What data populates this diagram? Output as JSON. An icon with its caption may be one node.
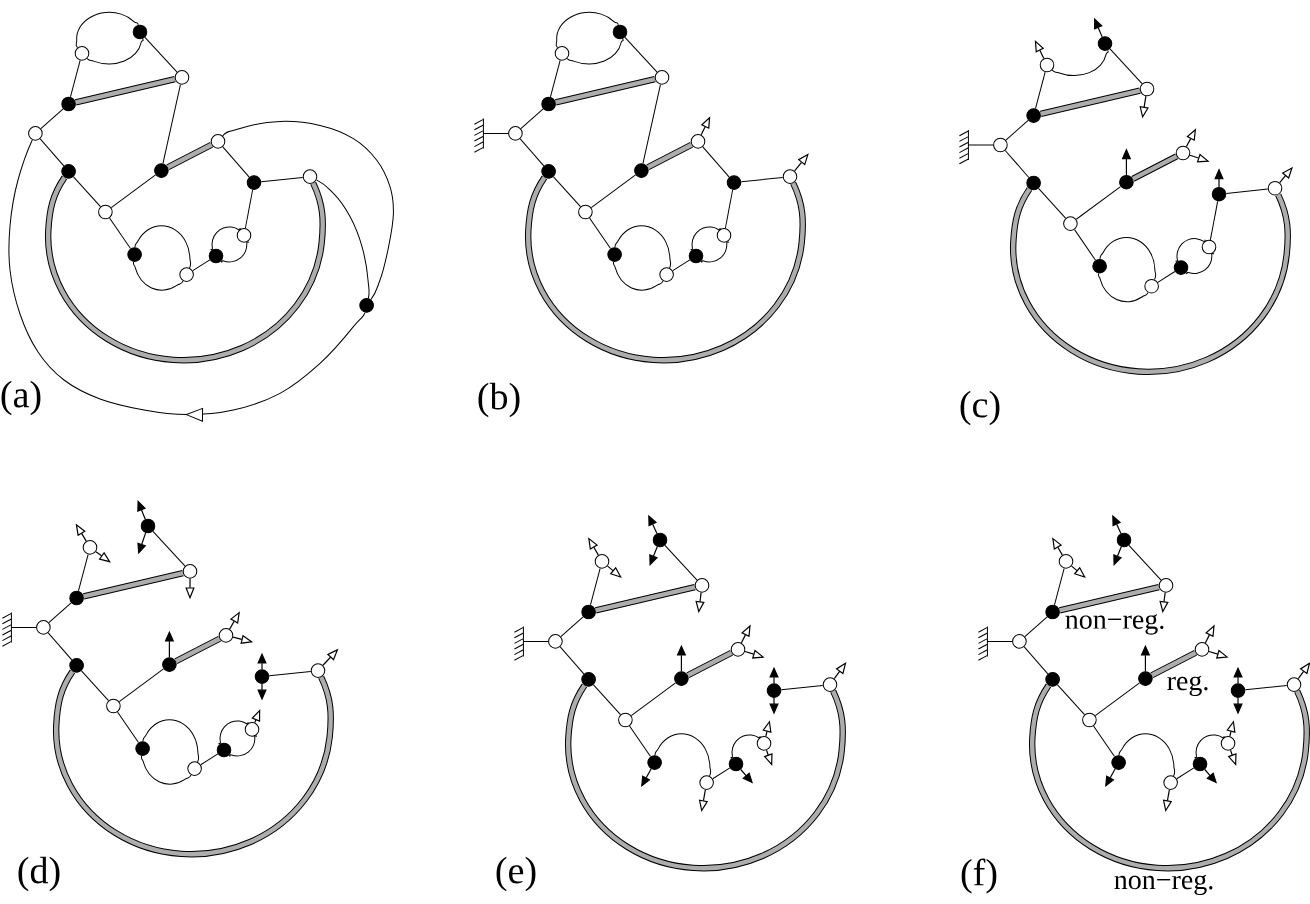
{
  "diagram": {
    "nodes": [
      {
        "text": [],
        "shape": "circle"
      },
      {
        "text": [],
        "shape": "dot"
      },
      {
        "text": [],
        "shape": "circle"
      },
      {
        "text": [],
        "shape": "dot"
      },
      {
        "text": [],
        "shape": "circle"
      },
      {
        "text": [],
        "shape": "dot"
      },
      {
        "text": [],
        "shape": "dot"
      },
      {
        "text": [],
        "shape": "circle"
      },
      {
        "text": [],
        "shape": "circle"
      },
      {
        "text": [],
        "shape": "dot"
      },
      {
        "text": [],
        "shape": "circle"
      },
      {
        "text": [],
        "shape": "circle"
      },
      {
        "text": [],
        "shape": "dot"
      },
      {
        "text": [],
        "shape": "circle"
      },
      {
        "text": [],
        "shape": "dot"
      },
      {
        "text": [],
        "shape": "dot"
      },
      {
        "text": [],
        "shape": "circle"
      },
      {
        "text": [],
        "shape": "dot"
      },
      {
        "text": [],
        "shape": "circle"
      },
      {
        "text": [],
        "shape": "dot"
      },
      {
        "text": [],
        "shape": "circle"
      },
      {
        "text": [],
        "shape": "dot"
      },
      {
        "text": [],
        "shape": "dot"
      },
      {
        "text": [],
        "shape": "circle"
      },
      {
        "text": [],
        "shape": "circle"
      },
      {
        "text": [],
        "shape": "dot"
      },
      {
        "text": [],
        "shape": "circle"
      },
      {
        "text": [],
        "shape": "circle"
      },
      {
        "text": [],
        "shape": "dot"
      },
      {
        "text": [],
        "shape": "circle"
      },
      {
        "text": [],
        "shape": "dot"
      },
      {
        "text": [],
        "shape": "circle"
      },
      {
        "text": [],
        "shape": "dot"
      },
      {
        "text": [],
        "shape": "circle"
      },
      {
        "text": [],
        "shape": "dot"
      },
      {
        "text": [],
        "shape": "circle"
      },
      {
        "text": [],
        "shape": "dot"
      },
      {
        "text": [],
        "shape": "dot"
      },
      {
        "text": [],
        "shape": "circle"
      },
      {
        "text": [],
        "shape": "circle"
      },
      {
        "text": [],
        "shape": "dot"
      },
      {
        "text": [],
        "shape": "circle"
      },
      {
        "text": [],
        "shape": "circle"
      },
      {
        "text": [],
        "shape": "dot"
      },
      {
        "text": [],
        "shape": "circle"
      },
      {
        "text": [],
        "shape": "dot"
      },
      {
        "text": [],
        "shape": "circle"
      },
      {
        "text": [],
        "shape": "dot"
      },
      {
        "text": [],
        "shape": "circle"
      },
      {
        "text": [],
        "shape": "dot"
      },
      {
        "text": [],
        "shape": "circle"
      },
      {
        "text": [],
        "shape": "dot"
      },
      {
        "text": [],
        "shape": "dot"
      },
      {
        "text": [],
        "shape": "circle"
      },
      {
        "text": [],
        "shape": "circle"
      },
      {
        "text": [],
        "shape": "dot"
      },
      {
        "text": [],
        "shape": "circle"
      },
      {
        "text": [],
        "shape": "circle"
      },
      {
        "text": [],
        "shape": "dot"
      },
      {
        "text": [],
        "shape": "circle"
      },
      {
        "text": [],
        "shape": "dot"
      },
      {
        "text": [],
        "shape": "circle"
      },
      {
        "text": [],
        "shape": "dot"
      },
      {
        "text": [],
        "shape": "circle"
      },
      {
        "text": [],
        "shape": "dot"
      },
      {
        "text": [],
        "shape": "circle"
      },
      {
        "text": [],
        "shape": "dot"
      },
      {
        "text": [],
        "shape": "dot"
      },
      {
        "text": [],
        "shape": "circle"
      },
      {
        "text": [],
        "shape": "circle"
      },
      {
        "text": [],
        "shape": "dot"
      },
      {
        "text": [],
        "shape": "circle"
      },
      {
        "text": [],
        "shape": "circle"
      },
      {
        "text": [],
        "shape": "dot"
      },
      {
        "text": [],
        "shape": "circle"
      },
      {
        "text": [],
        "shape": "dot"
      },
      {
        "text": [],
        "shape": "circle"
      },
      {
        "text": [],
        "shape": "dot"
      },
      {
        "text": [],
        "shape": "circle"
      },
      {
        "text": [],
        "shape": "dot"
      },
      {
        "text": [],
        "shape": "circle"
      },
      {
        "text": [],
        "shape": "dot"
      },
      {
        "text": [],
        "shape": "dot"
      },
      {
        "text": [],
        "shape": "circle"
      },
      {
        "text": [],
        "shape": "circle"
      },
      {
        "text": [],
        "shape": "dot"
      },
      {
        "text": [],
        "shape": "circle"
      },
      {
        "text": [],
        "shape": "circle"
      },
      {
        "text": [],
        "shape": "dot"
      },
      {
        "text": [],
        "shape": "circle"
      },
      {
        "text": [],
        "shape": "dot"
      }
    ],
    "edges": [
      {
        "from": 0,
        "to": 1,
        "arrow": "none"
      },
      {
        "from": 0,
        "to": 1,
        "arrow": "none"
      },
      {
        "from": 1,
        "to": 2,
        "arrow": "none"
      },
      {
        "from": 3,
        "to": 2,
        "arrow": "none",
        "style": "thick"
      },
      {
        "from": 0,
        "to": 3,
        "arrow": "none"
      },
      {
        "from": 3,
        "to": 4,
        "arrow": "none"
      },
      {
        "from": 2,
        "to": 6,
        "arrow": "none"
      },
      {
        "from": 6,
        "to": 7,
        "arrow": "none",
        "style": "thick"
      },
      {
        "from": 4,
        "to": 5,
        "arrow": "none"
      },
      {
        "from": 5,
        "to": 8,
        "arrow": "none"
      },
      {
        "from": 6,
        "to": 8,
        "arrow": "none"
      },
      {
        "from": 5,
        "to": 10,
        "arrow": "none",
        "style": "thick"
      },
      {
        "from": 7,
        "to": 9,
        "arrow": "none"
      },
      {
        "from": 9,
        "to": 10,
        "arrow": "none"
      },
      {
        "from": 9,
        "to": 11,
        "arrow": "none"
      },
      {
        "from": 8,
        "to": 12,
        "arrow": "none"
      },
      {
        "from": 12,
        "to": 13,
        "arrow": "none"
      },
      {
        "from": 12,
        "to": 13,
        "arrow": "none"
      },
      {
        "from": 13,
        "to": 14,
        "arrow": "none"
      },
      {
        "from": 14,
        "to": 11,
        "arrow": "none"
      },
      {
        "from": 14,
        "to": 11,
        "arrow": "none"
      },
      {
        "from": 7,
        "to": 15,
        "arrow": "none"
      },
      {
        "from": 10,
        "to": 15,
        "arrow": "none"
      },
      {
        "from": 15,
        "to": 4,
        "arrow": "to"
      },
      {
        "from": 16,
        "to": 17,
        "arrow": "none"
      },
      {
        "from": 16,
        "to": 17,
        "arrow": "none"
      },
      {
        "from": 17,
        "to": 18,
        "arrow": "none"
      },
      {
        "from": 19,
        "to": 18,
        "arrow": "none",
        "style": "thick"
      },
      {
        "from": 16,
        "to": 19,
        "arrow": "none"
      },
      {
        "from": 19,
        "to": 20,
        "arrow": "none"
      },
      {
        "from": 18,
        "to": 22,
        "arrow": "none"
      },
      {
        "from": 22,
        "to": 23,
        "arrow": "none",
        "style": "thick"
      },
      {
        "from": 20,
        "to": 21,
        "arrow": "none"
      },
      {
        "from": 21,
        "to": 24,
        "arrow": "none"
      },
      {
        "from": 22,
        "to": 24,
        "arrow": "none"
      },
      {
        "from": 21,
        "to": 26,
        "arrow": "none",
        "style": "thick"
      },
      {
        "from": 23,
        "to": 25,
        "arrow": "none"
      },
      {
        "from": 25,
        "to": 26,
        "arrow": "none"
      },
      {
        "from": 25,
        "to": 27,
        "arrow": "none"
      },
      {
        "from": 24,
        "to": 28,
        "arrow": "none"
      },
      {
        "from": 28,
        "to": 29,
        "arrow": "none"
      },
      {
        "from": 28,
        "to": 29,
        "arrow": "none"
      },
      {
        "from": 29,
        "to": 30,
        "arrow": "none"
      },
      {
        "from": 30,
        "to": 27,
        "arrow": "none"
      },
      {
        "from": 30,
        "to": 27,
        "arrow": "none"
      },
      {
        "from": 23,
        "to": null,
        "arrow": "to"
      },
      {
        "from": 26,
        "to": null,
        "arrow": "to"
      },
      {
        "from": 31,
        "to": 32,
        "arrow": "none"
      },
      {
        "from": 32,
        "to": 33,
        "arrow": "none"
      },
      {
        "from": 34,
        "to": 33,
        "arrow": "none",
        "style": "thick"
      },
      {
        "from": 31,
        "to": 34,
        "arrow": "none"
      },
      {
        "from": 34,
        "to": 35,
        "arrow": "none"
      },
      {
        "from": 37,
        "to": 38,
        "arrow": "none",
        "style": "thick"
      },
      {
        "from": 35,
        "to": 36,
        "arrow": "none"
      },
      {
        "from": 36,
        "to": 39,
        "arrow": "none"
      },
      {
        "from": 37,
        "to": 39,
        "arrow": "none"
      },
      {
        "from": 36,
        "to": 41,
        "arrow": "none",
        "style": "thick"
      },
      {
        "from": 40,
        "to": 41,
        "arrow": "none"
      },
      {
        "from": 40,
        "to": 42,
        "arrow": "none"
      },
      {
        "from": 39,
        "to": 43,
        "arrow": "none"
      },
      {
        "from": 43,
        "to": 44,
        "arrow": "none"
      },
      {
        "from": 43,
        "to": 44,
        "arrow": "none"
      },
      {
        "from": 44,
        "to": 45,
        "arrow": "none"
      },
      {
        "from": 45,
        "to": 42,
        "arrow": "none"
      },
      {
        "from": 45,
        "to": 42,
        "arrow": "none"
      },
      {
        "from": 31,
        "to": null,
        "arrow": "to"
      },
      {
        "from": 32,
        "to": null,
        "arrow": "to"
      },
      {
        "from": 33,
        "to": null,
        "arrow": "to"
      },
      {
        "from": 37,
        "to": null,
        "arrow": "to"
      },
      {
        "from": 38,
        "to": null,
        "arrow": "to"
      },
      {
        "from": 38,
        "to": null,
        "arrow": "to"
      },
      {
        "from": 40,
        "to": null,
        "arrow": "to"
      },
      {
        "from": 41,
        "to": null,
        "arrow": "to"
      },
      {
        "from": 47,
        "to": 48,
        "arrow": "none"
      },
      {
        "from": 49,
        "to": 48,
        "arrow": "none",
        "style": "thick"
      },
      {
        "from": 46,
        "to": 49,
        "arrow": "none"
      },
      {
        "from": 49,
        "to": 50,
        "arrow": "none"
      },
      {
        "from": 52,
        "to": 53,
        "arrow": "none",
        "style": "thick"
      },
      {
        "from": 50,
        "to": 51,
        "arrow": "none"
      },
      {
        "from": 51,
        "to": 54,
        "arrow": "none"
      },
      {
        "from": 52,
        "to": 54,
        "arrow": "none"
      },
      {
        "from": 51,
        "to": 56,
        "arrow": "none",
        "style": "thick"
      },
      {
        "from": 55,
        "to": 56,
        "arrow": "none"
      },
      {
        "from": 54,
        "to": 58,
        "arrow": "none"
      },
      {
        "from": 58,
        "to": 59,
        "arrow": "none"
      },
      {
        "from": 58,
        "to": 59,
        "arrow": "none"
      },
      {
        "from": 59,
        "to": 60,
        "arrow": "none"
      },
      {
        "from": 60,
        "to": 57,
        "arrow": "none"
      },
      {
        "from": 60,
        "to": 57,
        "arrow": "none"
      },
      {
        "from": 46,
        "to": null,
        "arrow": "to"
      },
      {
        "from": 46,
        "to": null,
        "arrow": "to"
      },
      {
        "from": 47,
        "to": null,
        "arrow": "to"
      },
      {
        "from": 47,
        "to": null,
        "arrow": "to"
      },
      {
        "from": 48,
        "to": null,
        "arrow": "to"
      },
      {
        "from": 52,
        "to": null,
        "arrow": "to"
      },
      {
        "from": 53,
        "to": null,
        "arrow": "to"
      },
      {
        "from": 53,
        "to": null,
        "arrow": "to"
      },
      {
        "from": 55,
        "to": null,
        "arrow": "to"
      },
      {
        "from": 55,
        "to": null,
        "arrow": "to"
      },
      {
        "from": 56,
        "to": null,
        "arrow": "to"
      },
      {
        "from": 57,
        "to": null,
        "arrow": "to"
      },
      {
        "from": 62,
        "to": 63,
        "arrow": "none"
      },
      {
        "from": 64,
        "to": 63,
        "arrow": "none",
        "style": "thick"
      },
      {
        "from": 61,
        "to": 64,
        "arrow": "none"
      },
      {
        "from": 64,
        "to": 65,
        "arrow": "none"
      },
      {
        "from": 67,
        "to": 68,
        "arrow": "none",
        "style": "thick"
      },
      {
        "from": 65,
        "to": 66,
        "arrow": "none"
      },
      {
        "from": 66,
        "to": 69,
        "arrow": "none"
      },
      {
        "from": 67,
        "to": 69,
        "arrow": "none"
      },
      {
        "from": 66,
        "to": 71,
        "arrow": "none",
        "style": "thick"
      },
      {
        "from": 70,
        "to": 71,
        "arrow": "none"
      },
      {
        "from": 69,
        "to": 73,
        "arrow": "none"
      },
      {
        "from": 73,
        "to": 74,
        "arrow": "none"
      },
      {
        "from": 74,
        "to": 75,
        "arrow": "none"
      },
      {
        "from": 75,
        "to": 72,
        "arrow": "none"
      },
      {
        "from": 61,
        "to": null,
        "arrow": "to"
      },
      {
        "from": 61,
        "to": null,
        "arrow": "to"
      },
      {
        "from": 62,
        "to": null,
        "arrow": "to"
      },
      {
        "from": 62,
        "to": null,
        "arrow": "to"
      },
      {
        "from": 63,
        "to": null,
        "arrow": "to"
      },
      {
        "from": 67,
        "to": null,
        "arrow": "to"
      },
      {
        "from": 68,
        "to": null,
        "arrow": "to"
      },
      {
        "from": 68,
        "to": null,
        "arrow": "to"
      },
      {
        "from": 70,
        "to": null,
        "arrow": "to"
      },
      {
        "from": 70,
        "to": null,
        "arrow": "to"
      },
      {
        "from": 71,
        "to": null,
        "arrow": "to"
      },
      {
        "from": 73,
        "to": null,
        "arrow": "to"
      },
      {
        "from": 74,
        "to": null,
        "arrow": "to"
      },
      {
        "from": 75,
        "to": null,
        "arrow": "to"
      },
      {
        "from": 72,
        "to": null,
        "arrow": "to"
      },
      {
        "from": 72,
        "to": null,
        "arrow": "to"
      },
      {
        "from": 77,
        "to": 78,
        "arrow": "none"
      },
      {
        "from": 79,
        "to": 78,
        "arrow": "none",
        "style": "thick",
        "label": "non−reg."
      },
      {
        "from": 76,
        "to": 79,
        "arrow": "none"
      },
      {
        "from": 79,
        "to": 80,
        "arrow": "none"
      },
      {
        "from": 82,
        "to": 83,
        "arrow": "none",
        "style": "thick",
        "label": "reg."
      },
      {
        "from": 80,
        "to": 81,
        "arrow": "none"
      },
      {
        "from": 81,
        "to": 84,
        "arrow": "none"
      },
      {
        "from": 82,
        "to": 84,
        "arrow": "none"
      },
      {
        "from": 81,
        "to": 86,
        "arrow": "none",
        "style": "thick",
        "label": "non−reg."
      },
      {
        "from": 85,
        "to": 86,
        "arrow": "none"
      },
      {
        "from": 84,
        "to": 88,
        "arrow": "none"
      },
      {
        "from": 88,
        "to": 89,
        "arrow": "none"
      },
      {
        "from": 89,
        "to": 90,
        "arrow": "none"
      },
      {
        "from": 90,
        "to": 87,
        "arrow": "none"
      },
      {
        "from": 76,
        "to": null,
        "arrow": "to"
      },
      {
        "from": 76,
        "to": null,
        "arrow": "to"
      },
      {
        "from": 77,
        "to": null,
        "arrow": "to"
      },
      {
        "from": 77,
        "to": null,
        "arrow": "to"
      },
      {
        "from": 78,
        "to": null,
        "arrow": "to"
      },
      {
        "from": 82,
        "to": null,
        "arrow": "to"
      },
      {
        "from": 83,
        "to": null,
        "arrow": "to"
      },
      {
        "from": 83,
        "to": null,
        "arrow": "to"
      },
      {
        "from": 85,
        "to": null,
        "arrow": "to"
      },
      {
        "from": 85,
        "to": null,
        "arrow": "to"
      },
      {
        "from": 86,
        "to": null,
        "arrow": "to"
      },
      {
        "from": 88,
        "to": null,
        "arrow": "to"
      },
      {
        "from": 89,
        "to": null,
        "arrow": "to"
      },
      {
        "from": 90,
        "to": null,
        "arrow": "to"
      },
      {
        "from": 87,
        "to": null,
        "arrow": "to"
      },
      {
        "from": 87,
        "to": null,
        "arrow": "to"
      }
    ],
    "labels": [
      "(a)",
      "(b)",
      "(c)",
      "(d)",
      "(e)",
      "(f)"
    ]
  }
}
